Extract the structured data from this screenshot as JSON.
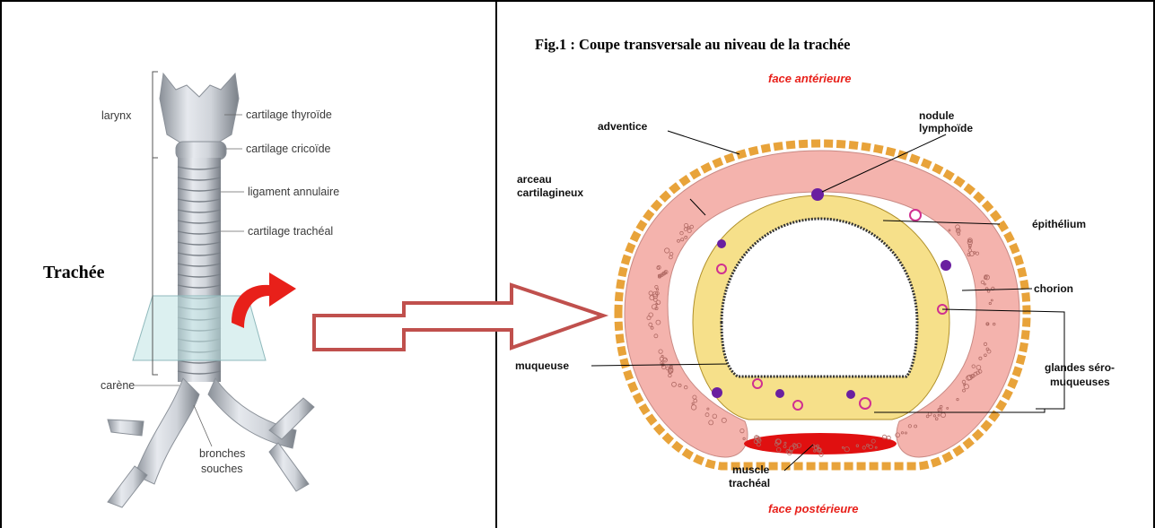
{
  "left_panel": {
    "title": "Trachée",
    "labels": {
      "larynx": "larynx",
      "thyroid": "cartilage thyroïde",
      "cricoid": "cartilage cricoïde",
      "ligament": "ligament annulaire",
      "tracheal_cartilage": "cartilage trachéal",
      "carina": "carène",
      "bronchi_line1": "bronches",
      "bronchi_line2": "souches"
    }
  },
  "right_panel": {
    "title": "Fig.1 : Coupe transversale au niveau de la trachée",
    "anterior": "face antérieure",
    "posterior": "face postérieure",
    "labels": {
      "adventice": "adventice",
      "nodule_line1": "nodule",
      "nodule_line2": "lymphoïde",
      "arceau_line1": "arceau",
      "arceau_line2": "cartilagineux",
      "epithelium": "épithélium",
      "chorion": "chorion",
      "muqueuse": "muqueuse",
      "glandes_line1": "glandes séro-",
      "glandes_line2": "muqueuses",
      "muscle_line1": "muscle",
      "muscle_line2": "trachéal"
    }
  },
  "colors": {
    "face_label": "#e8201a",
    "cartilage": "#f4b3ad",
    "chorion": "#f6e08a",
    "adventice": "#e8a33a",
    "muscle": "#e01010",
    "arrow_outline": "#c0504d",
    "red_arrow": "#e8201a"
  }
}
